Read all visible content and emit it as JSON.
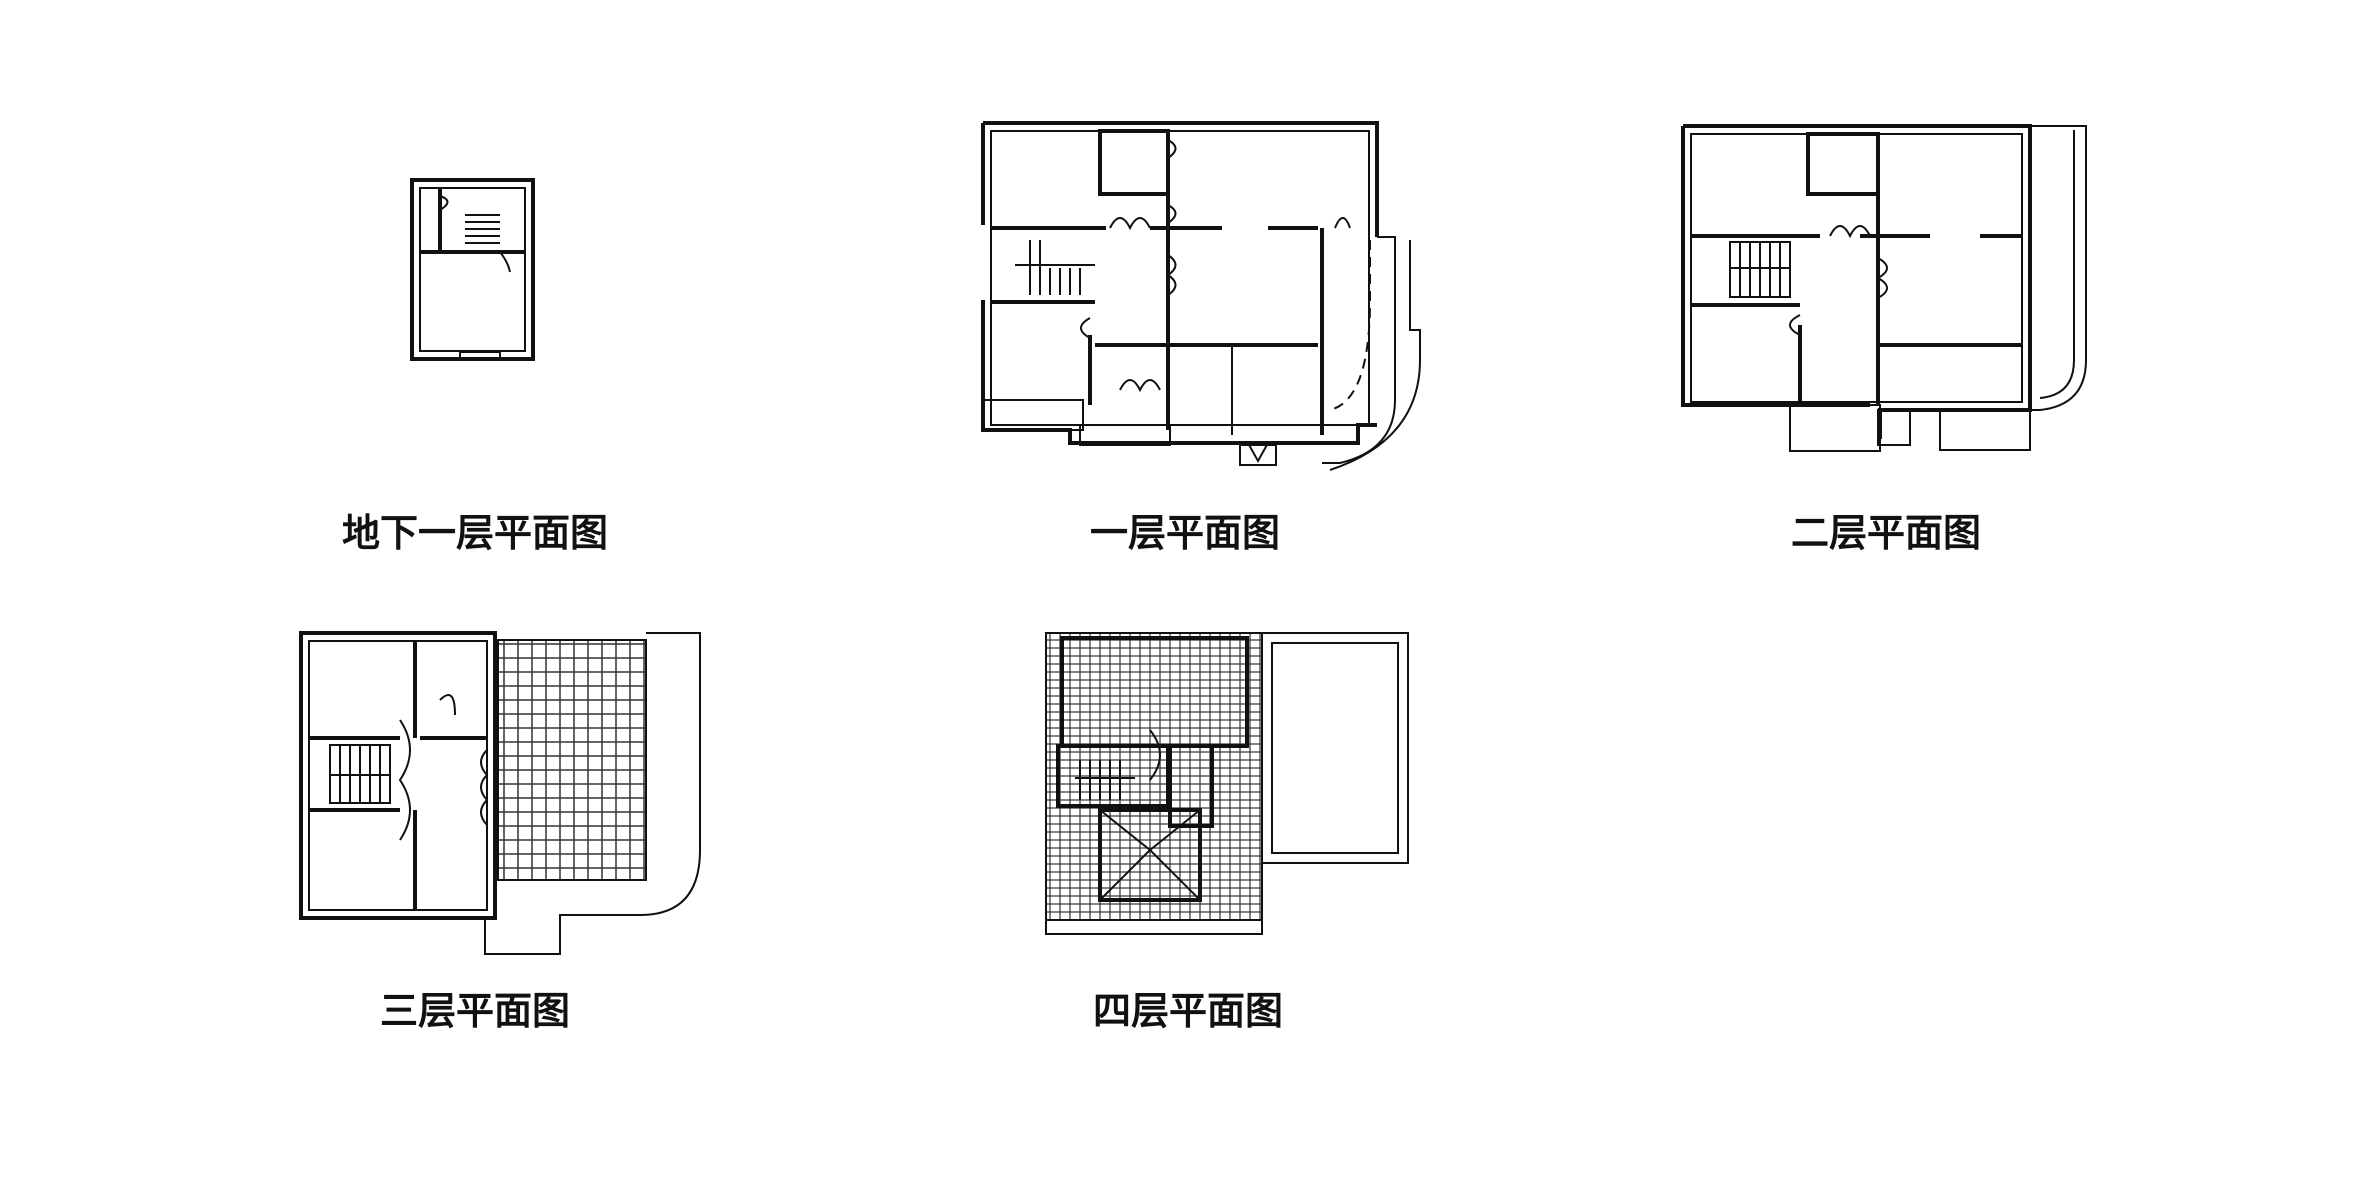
{
  "plans": [
    {
      "label": "地下一层平面图"
    },
    {
      "label": "一层平面图"
    },
    {
      "label": "二层平面图"
    },
    {
      "label": "三层平面图"
    },
    {
      "label": "四层平面图"
    }
  ]
}
